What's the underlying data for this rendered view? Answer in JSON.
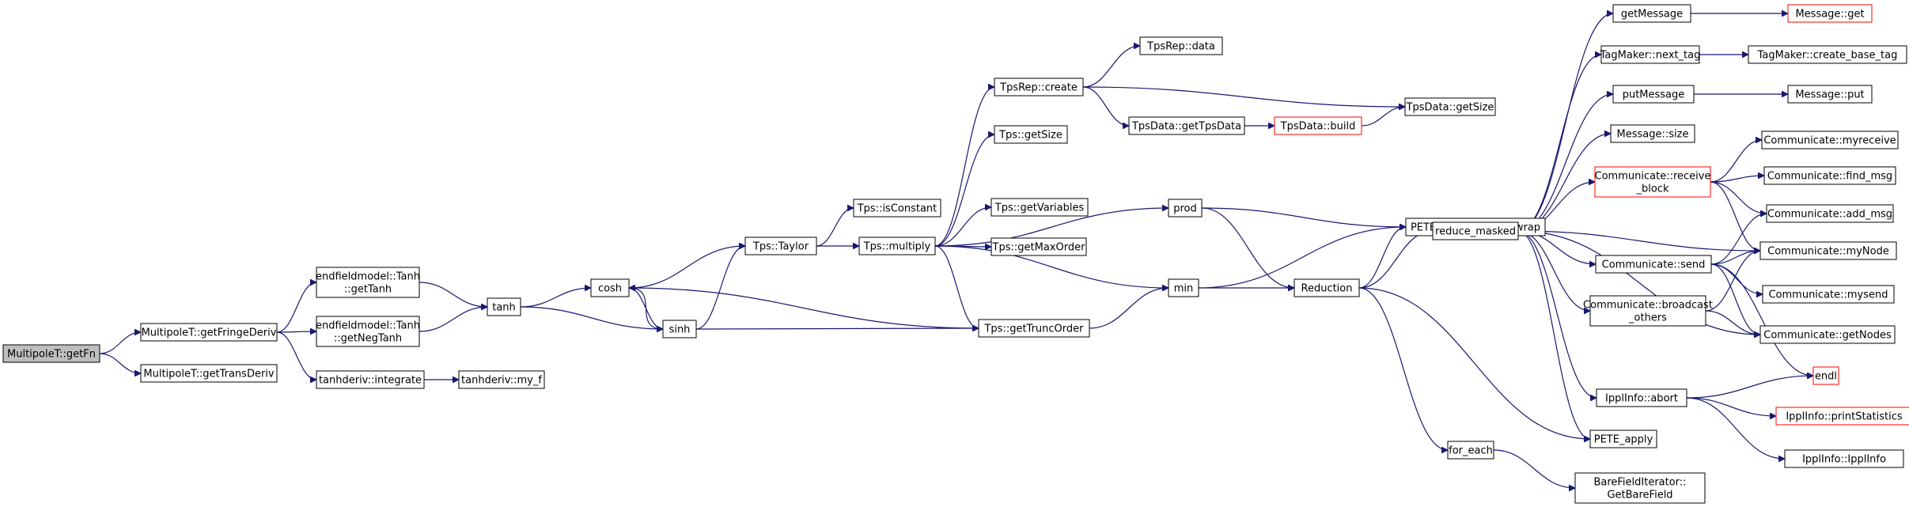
{
  "colors": {
    "edge": "#191970",
    "root_fill": "#bfbfbf",
    "truncated_border": "#ff0000",
    "border": "#000000",
    "background": "#ffffff"
  },
  "nodes": {
    "getFn": {
      "lines": [
        "MultipoleT::getFn"
      ],
      "style": "root"
    },
    "getFringeDeriv": {
      "lines": [
        "MultipoleT::getFringeDeriv"
      ]
    },
    "getTransDeriv": {
      "lines": [
        "MultipoleT::getTransDeriv"
      ]
    },
    "getTanh": {
      "lines": [
        "endfieldmodel::Tanh",
        "::getTanh"
      ]
    },
    "getNegTanh": {
      "lines": [
        "endfieldmodel::Tanh",
        "::getNegTanh"
      ]
    },
    "integrate": {
      "lines": [
        "tanhderiv::integrate"
      ]
    },
    "my_f": {
      "lines": [
        "tanhderiv::my_f"
      ]
    },
    "tanh": {
      "lines": [
        "tanh"
      ]
    },
    "cosh": {
      "lines": [
        "cosh"
      ]
    },
    "sinh": {
      "lines": [
        "sinh"
      ]
    },
    "Taylor": {
      "lines": [
        "Tps::Taylor"
      ]
    },
    "isConstant": {
      "lines": [
        "Tps::isConstant"
      ]
    },
    "multiply": {
      "lines": [
        "Tps::multiply"
      ]
    },
    "create": {
      "lines": [
        "TpsRep::create"
      ]
    },
    "repdata": {
      "lines": [
        "TpsRep::data"
      ]
    },
    "tpsGetSize": {
      "lines": [
        "Tps::getSize"
      ]
    },
    "getVariables": {
      "lines": [
        "Tps::getVariables"
      ]
    },
    "getMaxOrder": {
      "lines": [
        "Tps::getMaxOrder"
      ]
    },
    "getTruncOrder": {
      "lines": [
        "Tps::getTruncOrder"
      ]
    },
    "getTpsData": {
      "lines": [
        "TpsData::getTpsData"
      ]
    },
    "build": {
      "lines": [
        "TpsData::build"
      ],
      "style": "red"
    },
    "dataGetSize": {
      "lines": [
        "TpsData::getSize"
      ]
    },
    "prod": {
      "lines": [
        "prod"
      ]
    },
    "min": {
      "lines": [
        "min"
      ]
    },
    "unwrap": {
      "lines": [
        "PETE_Expr::PETE_unwrap"
      ]
    },
    "Reduction": {
      "lines": [
        "Reduction"
      ]
    },
    "reduce_masked": {
      "lines": [
        "reduce_masked"
      ]
    },
    "for_each": {
      "lines": [
        "for_each"
      ]
    },
    "PETE_apply": {
      "lines": [
        "PETE_apply"
      ]
    },
    "getMessage": {
      "lines": [
        "getMessage"
      ]
    },
    "MessageGet": {
      "lines": [
        "Message::get"
      ],
      "style": "red"
    },
    "next_tag": {
      "lines": [
        "TagMaker::next_tag"
      ]
    },
    "create_base_tag": {
      "lines": [
        "TagMaker::create_base_tag"
      ]
    },
    "putMessage": {
      "lines": [
        "putMessage"
      ]
    },
    "MessagePut": {
      "lines": [
        "Message::put"
      ]
    },
    "MessageSize": {
      "lines": [
        "Message::size"
      ]
    },
    "receive_block": {
      "lines": [
        "Communicate::receive",
        "_block"
      ],
      "style": "red"
    },
    "send": {
      "lines": [
        "Communicate::send"
      ]
    },
    "broadcast_others": {
      "lines": [
        "Communicate::broadcast",
        "_others"
      ]
    },
    "abort": {
      "lines": [
        "IpplInfo::abort"
      ]
    },
    "BareField": {
      "lines": [
        "BareFieldIterator::",
        "GetBareField"
      ]
    },
    "myreceive": {
      "lines": [
        "Communicate::myreceive"
      ]
    },
    "find_msg": {
      "lines": [
        "Communicate::find_msg"
      ]
    },
    "add_msg": {
      "lines": [
        "Communicate::add_msg"
      ]
    },
    "myNode": {
      "lines": [
        "Communicate::myNode"
      ]
    },
    "mysend": {
      "lines": [
        "Communicate::mysend"
      ]
    },
    "getNodes": {
      "lines": [
        "Communicate::getNodes"
      ]
    },
    "endl": {
      "lines": [
        "endl"
      ],
      "style": "red"
    },
    "printStatistics": {
      "lines": [
        "IpplInfo::printStatistics"
      ],
      "style": "red"
    },
    "IpplInfoCtor": {
      "lines": [
        "IpplInfo::IpplInfo"
      ]
    }
  },
  "edges": [
    [
      "getFn",
      "getFringeDeriv"
    ],
    [
      "getFn",
      "getTransDeriv"
    ],
    [
      "getFringeDeriv",
      "getTanh"
    ],
    [
      "getFringeDeriv",
      "getNegTanh"
    ],
    [
      "getFringeDeriv",
      "integrate"
    ],
    [
      "integrate",
      "my_f"
    ],
    [
      "getTanh",
      "tanh"
    ],
    [
      "getNegTanh",
      "tanh"
    ],
    [
      "tanh",
      "cosh"
    ],
    [
      "tanh",
      "sinh"
    ],
    [
      "cosh",
      "Taylor"
    ],
    [
      "cosh",
      "sinh"
    ],
    [
      "cosh",
      "getTruncOrder"
    ],
    [
      "sinh",
      "cosh"
    ],
    [
      "sinh",
      "Taylor"
    ],
    [
      "sinh",
      "getTruncOrder"
    ],
    [
      "Taylor",
      "isConstant"
    ],
    [
      "Taylor",
      "multiply"
    ],
    [
      "multiply",
      "create"
    ],
    [
      "multiply",
      "tpsGetSize"
    ],
    [
      "multiply",
      "getVariables"
    ],
    [
      "multiply",
      "getMaxOrder"
    ],
    [
      "multiply",
      "getTruncOrder"
    ],
    [
      "multiply",
      "prod"
    ],
    [
      "multiply",
      "min"
    ],
    [
      "create",
      "repdata"
    ],
    [
      "create",
      "getTpsData"
    ],
    [
      "create",
      "dataGetSize"
    ],
    [
      "getTpsData",
      "build"
    ],
    [
      "build",
      "dataGetSize"
    ],
    [
      "getTruncOrder",
      "min"
    ],
    [
      "prod",
      "unwrap"
    ],
    [
      "prod",
      "Reduction"
    ],
    [
      "min",
      "unwrap"
    ],
    [
      "min",
      "Reduction"
    ],
    [
      "Reduction",
      "unwrap"
    ],
    [
      "Reduction",
      "reduce_masked"
    ],
    [
      "Reduction",
      "for_each"
    ],
    [
      "Reduction",
      "PETE_apply"
    ],
    [
      "for_each",
      "BareField"
    ],
    [
      "reduce_masked",
      "getMessage"
    ],
    [
      "reduce_masked",
      "next_tag"
    ],
    [
      "reduce_masked",
      "putMessage"
    ],
    [
      "reduce_masked",
      "MessageSize"
    ],
    [
      "reduce_masked",
      "receive_block"
    ],
    [
      "reduce_masked",
      "send"
    ],
    [
      "reduce_masked",
      "broadcast_others"
    ],
    [
      "reduce_masked",
      "abort"
    ],
    [
      "reduce_masked",
      "PETE_apply"
    ],
    [
      "reduce_masked",
      "myNode"
    ],
    [
      "reduce_masked",
      "getNodes"
    ],
    [
      "getMessage",
      "MessageGet"
    ],
    [
      "next_tag",
      "create_base_tag"
    ],
    [
      "putMessage",
      "MessagePut"
    ],
    [
      "receive_block",
      "myreceive"
    ],
    [
      "receive_block",
      "find_msg"
    ],
    [
      "receive_block",
      "add_msg"
    ],
    [
      "receive_block",
      "myNode"
    ],
    [
      "send",
      "add_msg"
    ],
    [
      "send",
      "myNode"
    ],
    [
      "send",
      "mysend"
    ],
    [
      "send",
      "getNodes"
    ],
    [
      "send",
      "endl"
    ],
    [
      "broadcast_others",
      "myNode"
    ],
    [
      "broadcast_others",
      "getNodes"
    ],
    [
      "abort",
      "endl"
    ],
    [
      "abort",
      "printStatistics"
    ],
    [
      "abort",
      "IpplInfoCtor"
    ]
  ]
}
